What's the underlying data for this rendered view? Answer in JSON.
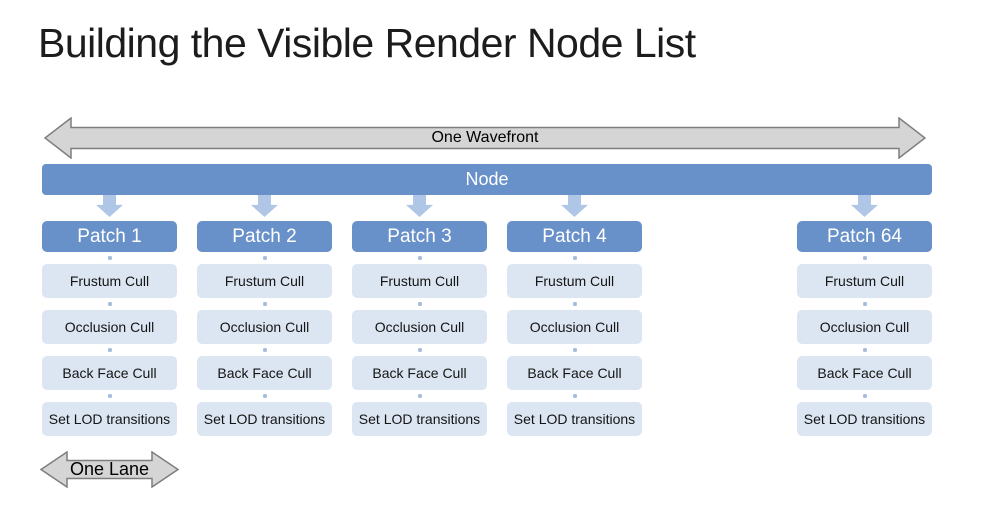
{
  "title": "Building the Visible Render Node List",
  "wavefront": {
    "label": "One Wavefront"
  },
  "node": {
    "label": "Node"
  },
  "lane": {
    "label": "One Lane"
  },
  "patches": [
    {
      "label": "Patch 1",
      "steps": [
        "Frustum Cull",
        "Occlusion Cull",
        "Back Face Cull",
        "Set LOD transitions"
      ]
    },
    {
      "label": "Patch 2",
      "steps": [
        "Frustum Cull",
        "Occlusion Cull",
        "Back Face Cull",
        "Set LOD transitions"
      ]
    },
    {
      "label": "Patch 3",
      "steps": [
        "Frustum Cull",
        "Occlusion Cull",
        "Back Face Cull",
        "Set LOD transitions"
      ]
    },
    {
      "label": "Patch 4",
      "steps": [
        "Frustum Cull",
        "Occlusion Cull",
        "Back Face Cull",
        "Set LOD transitions"
      ]
    },
    {
      "label": "Patch 64",
      "steps": [
        "Frustum Cull",
        "Occlusion Cull",
        "Back Face Cull",
        "Set LOD transitions"
      ]
    }
  ],
  "colors": {
    "node_blue": "#6991c9",
    "down_arrow_blue": "#afc6e6",
    "step_light_blue": "#dce6f2",
    "connector_dot": "#a6bedd",
    "gray_arrow_fill": "#d5d5d5",
    "gray_arrow_border": "#7e7e7e"
  }
}
